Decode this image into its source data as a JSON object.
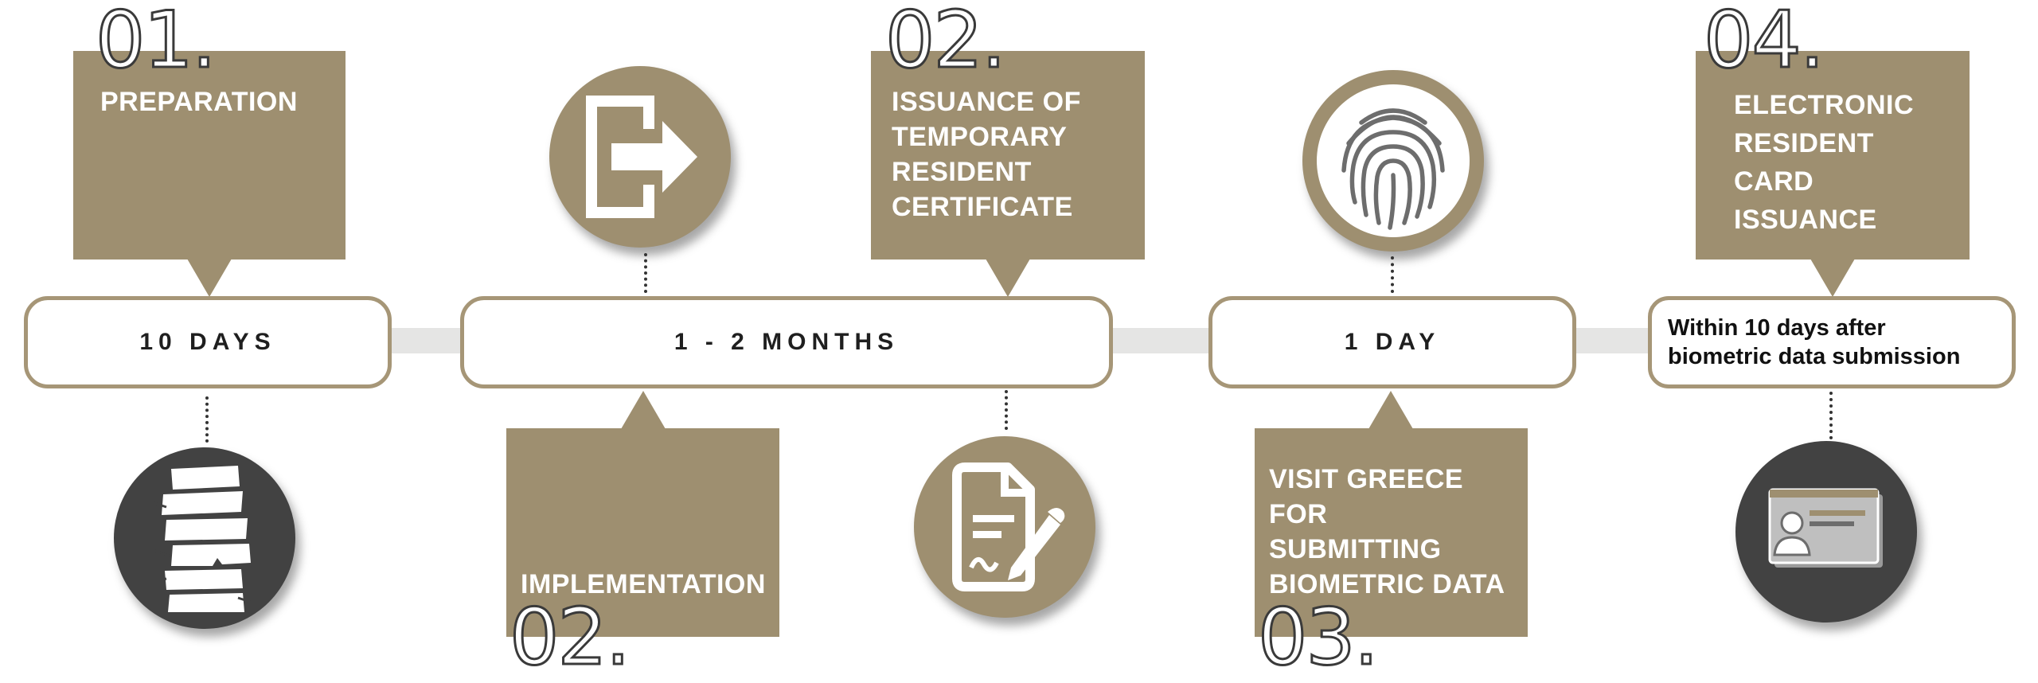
{
  "colors": {
    "card": "#9e8f70",
    "track": "#e5e5e4",
    "dark_circle": "#424242",
    "pill_border": "#a69677"
  },
  "steps": {
    "prep": {
      "number": "01.",
      "title": "PREPARATION",
      "duration": "10 DAYS"
    },
    "impl": {
      "number": "02.",
      "title": "IMPLEMENTATION",
      "duration": "1 - 2 MONTHS"
    },
    "temp": {
      "number": "02.",
      "title": "ISSUANCE OF\nTEMPORARY\nRESIDENT\nCERTIFICATE"
    },
    "bio": {
      "number": "03.",
      "title": "VISIT GREECE FOR\nSUBMITTING\nBIOMETRIC DATA",
      "duration": "1 DAY"
    },
    "card": {
      "number": "04.",
      "title": "ELECTRONIC\nRESIDENT CARD\nISSUANCE",
      "duration": "Within 10 days after\nbiometric data submission"
    }
  },
  "icons": [
    "document-stack-icon",
    "exit-arrow-icon",
    "signed-document-icon",
    "fingerprint-icon",
    "id-card-icon"
  ]
}
